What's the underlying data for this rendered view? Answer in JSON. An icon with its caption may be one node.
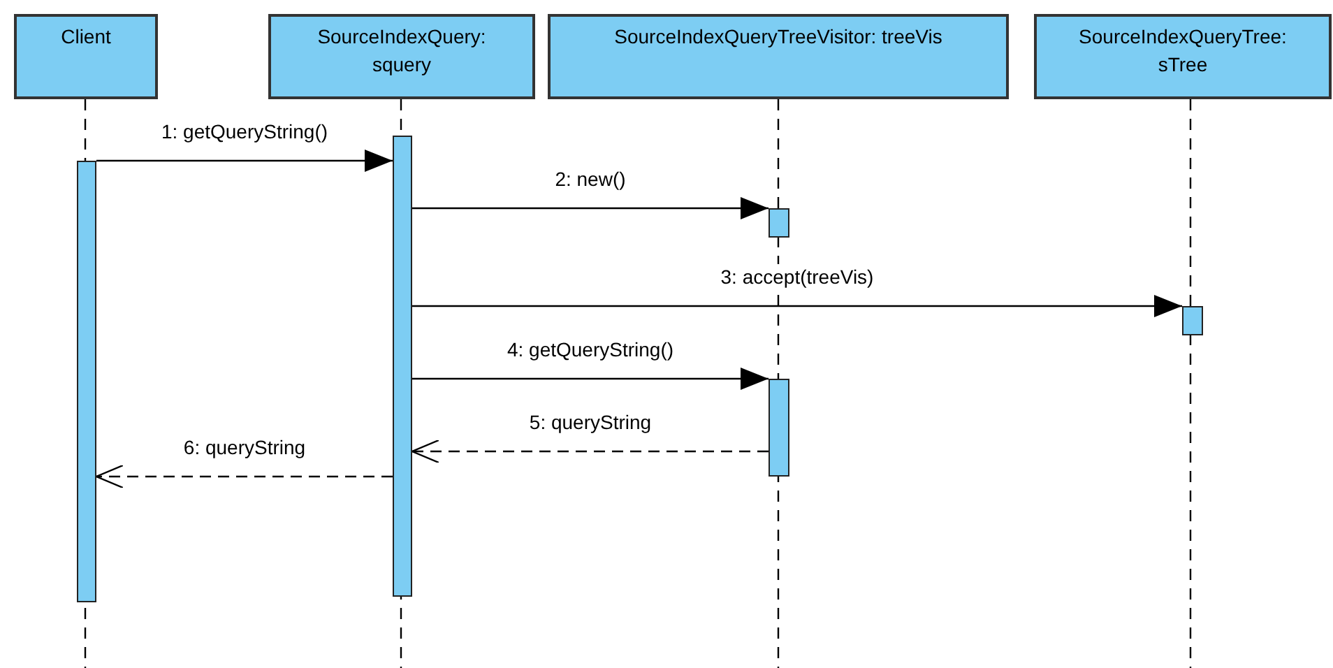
{
  "diagram": {
    "nodes": [
      {
        "text": [
          "Client"
        ]
      },
      {
        "text": [
          "SourceIndexQuery: squery"
        ]
      },
      {
        "text": [
          "SourceIndexQueryTreeVisitor: treeVis"
        ]
      },
      {
        "text": [
          "SourceIndexQueryTree: sTree"
        ]
      },
      {
        "text": [],
        "shape": "bar"
      },
      {
        "text": [],
        "shape": "bar"
      },
      {
        "text": [],
        "shape": "bar"
      },
      {
        "text": [],
        "shape": "bar"
      },
      {
        "text": [],
        "shape": "bar"
      }
    ],
    "edges": [
      {
        "from": 4,
        "to": 5,
        "arrow": "to",
        "label": "1: getQueryString()"
      },
      {
        "from": 5,
        "to": 6,
        "arrow": "to",
        "label": "2: new()"
      },
      {
        "from": 5,
        "to": 7,
        "arrow": "to",
        "label": "3: accept(treeVis)"
      },
      {
        "from": 5,
        "to": 8,
        "arrow": "to",
        "label": "4: getQueryString()"
      },
      {
        "from": 8,
        "to": 5,
        "arrow": "to",
        "label": "5: queryString",
        "style": "dashed"
      },
      {
        "from": 5,
        "to": 4,
        "arrow": "to",
        "label": "6: queryString",
        "style": "dashed"
      }
    ]
  }
}
